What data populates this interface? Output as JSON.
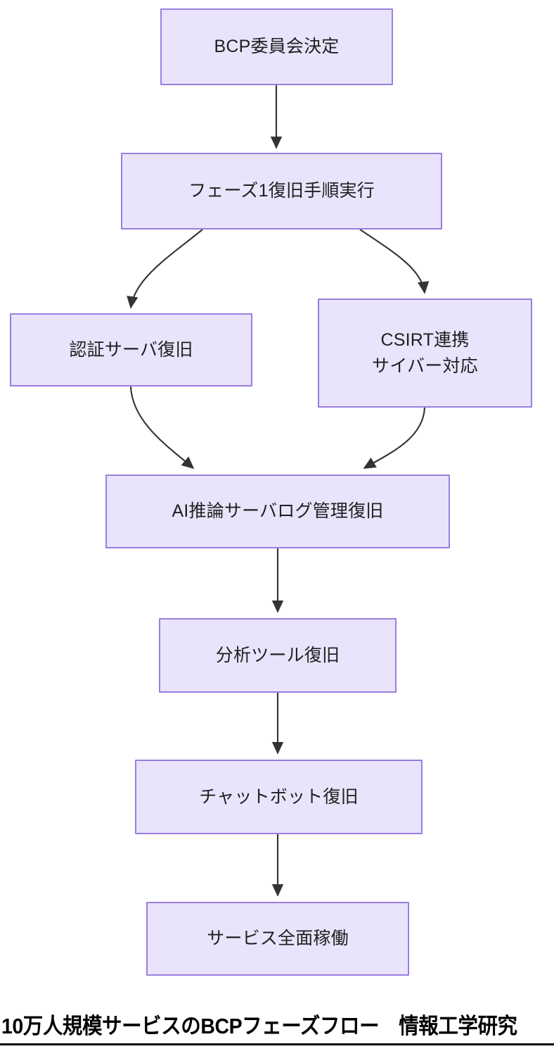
{
  "diagram": {
    "type": "flowchart",
    "direction": "top-to-bottom",
    "background_color": "#ffffff",
    "node_fill_color": "#e9e4fb",
    "node_border_color": "#9a7ee0",
    "edge_color": "#333333",
    "text_color": "#1f1f1f",
    "nodes": [
      {
        "id": "n1",
        "label": "BCP委員会決定"
      },
      {
        "id": "n2",
        "label": "フェーズ1復旧手順実行"
      },
      {
        "id": "n3",
        "label": "認証サーバ復旧"
      },
      {
        "id": "n4",
        "label": "CSIRT連携\nサイバー対応"
      },
      {
        "id": "n5",
        "label": "AI推論サーバログ管理復旧"
      },
      {
        "id": "n6",
        "label": "分析ツール復旧"
      },
      {
        "id": "n7",
        "label": "チャットボット復旧"
      },
      {
        "id": "n8",
        "label": "サービス全面稼働"
      }
    ],
    "edges": [
      {
        "from": "n1",
        "to": "n2",
        "style": "straight-arrow"
      },
      {
        "from": "n2",
        "to": "n3",
        "style": "curved-arrow"
      },
      {
        "from": "n2",
        "to": "n4",
        "style": "curved-arrow"
      },
      {
        "from": "n3",
        "to": "n5",
        "style": "curved-arrow"
      },
      {
        "from": "n4",
        "to": "n5",
        "style": "curved-arrow"
      },
      {
        "from": "n5",
        "to": "n6",
        "style": "straight-arrow"
      },
      {
        "from": "n6",
        "to": "n7",
        "style": "straight-arrow"
      },
      {
        "from": "n7",
        "to": "n8",
        "style": "straight-arrow"
      }
    ]
  },
  "caption": {
    "text": "10万人規模サービスのBCPフェーズフロー　情報工学研究"
  }
}
